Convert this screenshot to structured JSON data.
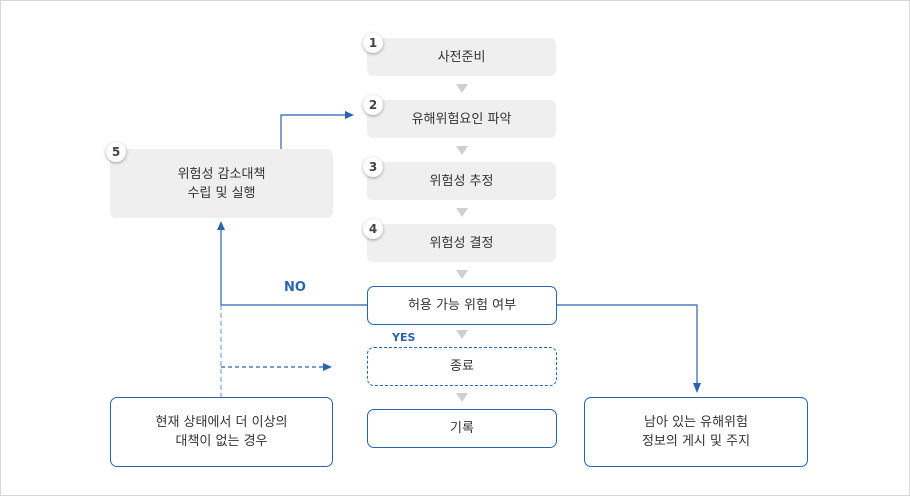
{
  "steps": [
    {
      "num": "1",
      "label": "사전준비"
    },
    {
      "num": "2",
      "label": "유해위험요인 파악"
    },
    {
      "num": "3",
      "label": "위험성 추정"
    },
    {
      "num": "4",
      "label": "위험성 결정"
    },
    {
      "num": "5",
      "line1": "위험성 감소대책",
      "line2": "수립 및 실행"
    }
  ],
  "decision": "허용 가능 위험 여부",
  "branch_labels": {
    "no": "NO",
    "yes": "YES"
  },
  "end": "종료",
  "record": "기록",
  "no_alternative": {
    "line1": "현재 상태에서 더 이상의",
    "line2": "대책이 없는 경우"
  },
  "residual": {
    "line1": "남아 있는 유해위험",
    "line2": "정보의 게시 및 주지"
  },
  "colors": {
    "accent": "#2a64ad",
    "arrow_gray": "#cfcfcf",
    "box_fill": "#efefef"
  }
}
